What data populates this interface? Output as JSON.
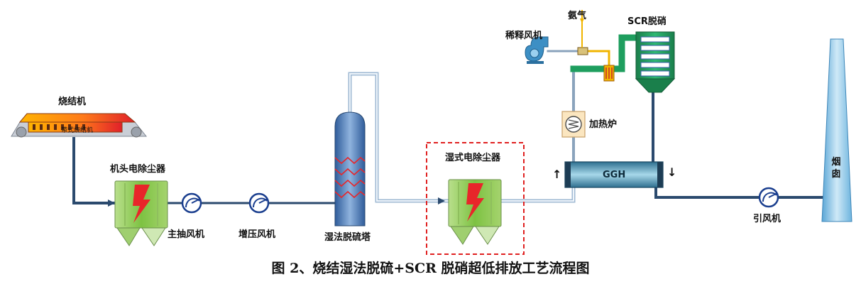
{
  "labels": {
    "sinter_machine": "烧结机",
    "sinter_inner": "带式烧结机",
    "head_esp": "机头电除尘器",
    "main_fan": "主抽风机",
    "booster_fan": "增压风机",
    "wet_fgd": "湿法脱硫塔",
    "wet_esp": "湿式电除尘器",
    "ggh": "GGH",
    "heater": "加热炉",
    "scr": "SCR脱硝",
    "ammonia": "氨气",
    "dilution_fan": "稀释风机",
    "induced_fan": "引风机",
    "chimney": "烟囱",
    "up_arrow": "↑",
    "down_arrow": "↓"
  },
  "caption": "图 2、烧结湿法脱硫+SCR 脱硝超低排放工艺流程图",
  "colors": {
    "duct": "#2b4a6e",
    "duct_light": "#a9c4dc",
    "esp_green": "#7dc242",
    "scr_green": "#1e9e5e",
    "ammonia_yellow": "#f0b400",
    "highlight_red": "#e02020",
    "tower_blue": "#3f6fb0"
  }
}
